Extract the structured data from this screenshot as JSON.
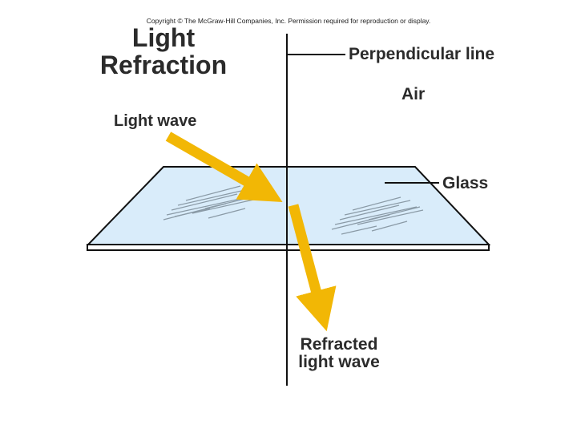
{
  "copyright": "Copyright © The McGraw-Hill Companies, Inc. Permission required for reproduction or display.",
  "title": {
    "line1": "Light",
    "line2": "Refraction"
  },
  "labels": {
    "perpendicular": "Perpendicular line",
    "air": "Air",
    "light_wave": "Light wave",
    "glass": "Glass",
    "refracted_line1": "Refracted",
    "refracted_line2": "light wave"
  },
  "colors": {
    "glass_fill": "#d9ecfa",
    "arrow": "#f2b705",
    "line": "#111111",
    "text": "#2b2b2b"
  }
}
